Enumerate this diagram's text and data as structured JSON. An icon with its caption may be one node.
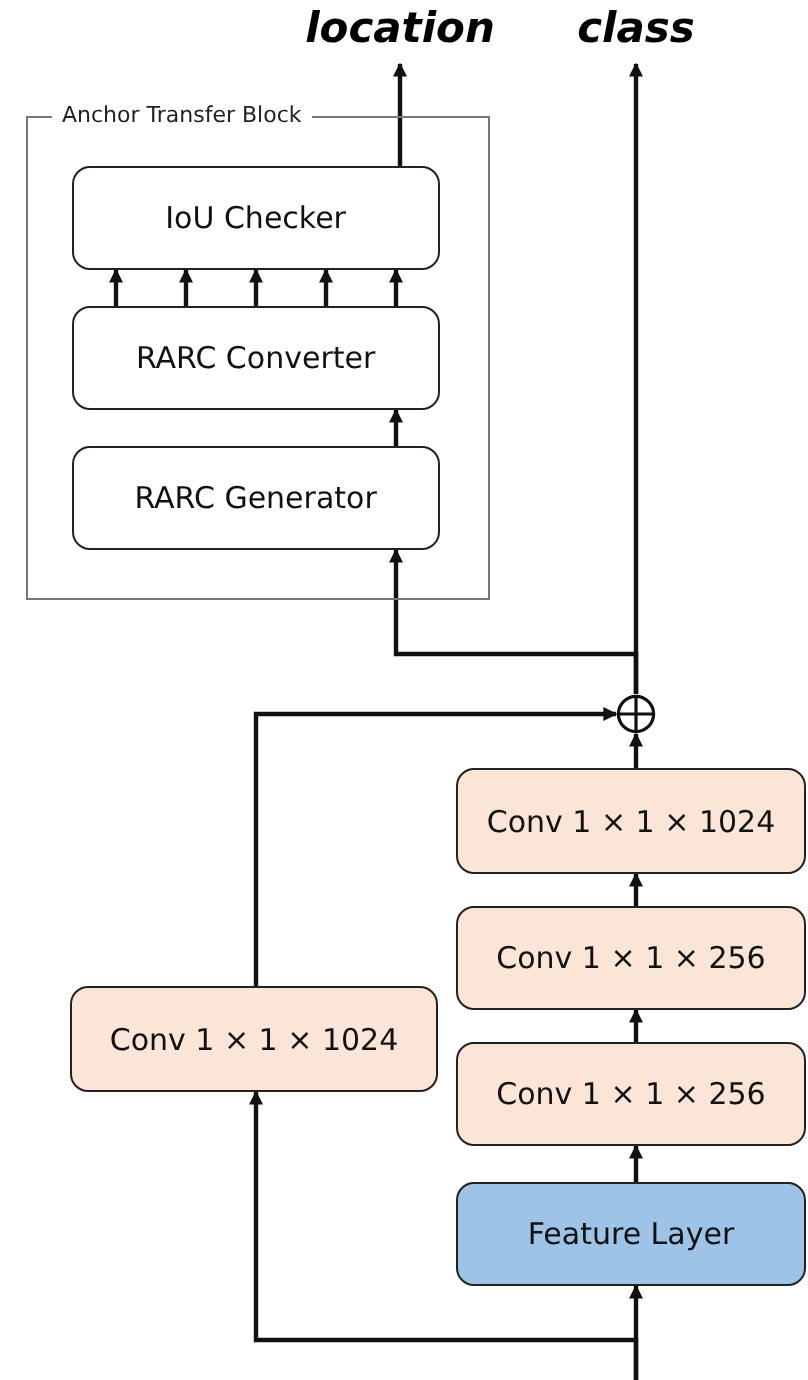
{
  "diagram": {
    "nodes": [
      {
        "text": [
          "Anchor Transfer Block"
        ]
      },
      {
        "text": [
          "IoU Checker"
        ],
        "in": 0
      },
      {
        "text": [
          "RARC Converter"
        ],
        "in": 0
      },
      {
        "text": [
          "RARC Generator"
        ],
        "in": 0
      },
      {
        "text": [
          "location"
        ]
      },
      {
        "text": [
          "class"
        ]
      },
      {
        "text": [],
        "shape": "circle"
      },
      {
        "text": [
          "Conv 1 × 1 × 1024"
        ]
      },
      {
        "text": [
          "Conv 1 × 1 × 256"
        ]
      },
      {
        "text": [
          "Conv 1 × 1 × 256"
        ]
      },
      {
        "text": [
          "Feature Layer"
        ]
      },
      {
        "text": [
          "Conv 1 × 1 × 1024"
        ]
      }
    ],
    "edges": [
      {
        "from": 1,
        "to": 4,
        "arrow": "to"
      },
      {
        "from": 2,
        "to": 1,
        "arrow": "to"
      },
      {
        "from": 2,
        "to": 1,
        "arrow": "to"
      },
      {
        "from": 2,
        "to": 1,
        "arrow": "to"
      },
      {
        "from": 2,
        "to": 1,
        "arrow": "to"
      },
      {
        "from": 2,
        "to": 1,
        "arrow": "to"
      },
      {
        "from": 3,
        "to": 2,
        "arrow": "to"
      },
      {
        "from": 6,
        "to": 5,
        "arrow": "to"
      },
      {
        "from": 6,
        "to": 3,
        "arrow": "to"
      },
      {
        "from": 7,
        "to": 6,
        "arrow": "to"
      },
      {
        "from": 8,
        "to": 7,
        "arrow": "to"
      },
      {
        "from": 9,
        "to": 8,
        "arrow": "to"
      },
      {
        "from": 10,
        "to": 9,
        "arrow": "to"
      },
      {
        "from": null,
        "to": 10,
        "arrow": "to"
      },
      {
        "from": null,
        "to": 11,
        "arrow": "to"
      },
      {
        "from": 11,
        "to": 6,
        "arrow": "to"
      }
    ]
  }
}
